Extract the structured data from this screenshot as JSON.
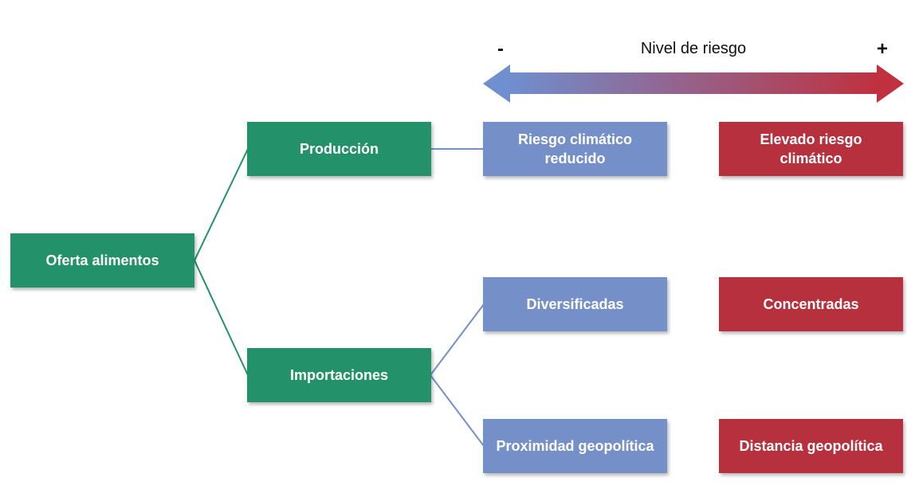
{
  "scale": {
    "title": "Nivel de riesgo",
    "minus": "-",
    "plus": "+"
  },
  "colors": {
    "green": "#23926a",
    "blue": "#7590c9",
    "red": "#b7303e",
    "arrow_start": "#6f8fd0",
    "arrow_end": "#c0303e"
  },
  "nodes": {
    "root": "Oferta alimentos",
    "produccion": "Producción",
    "importaciones": "Importaciones"
  },
  "low_risk": {
    "climatico": "Riesgo climático reducido",
    "diversificadas": "Diversificadas",
    "proximidad": "Proximidad geopolítica"
  },
  "high_risk": {
    "climatico": "Elevado riesgo climático",
    "concentradas": "Concentradas",
    "distancia": "Distancia geopolítica"
  }
}
